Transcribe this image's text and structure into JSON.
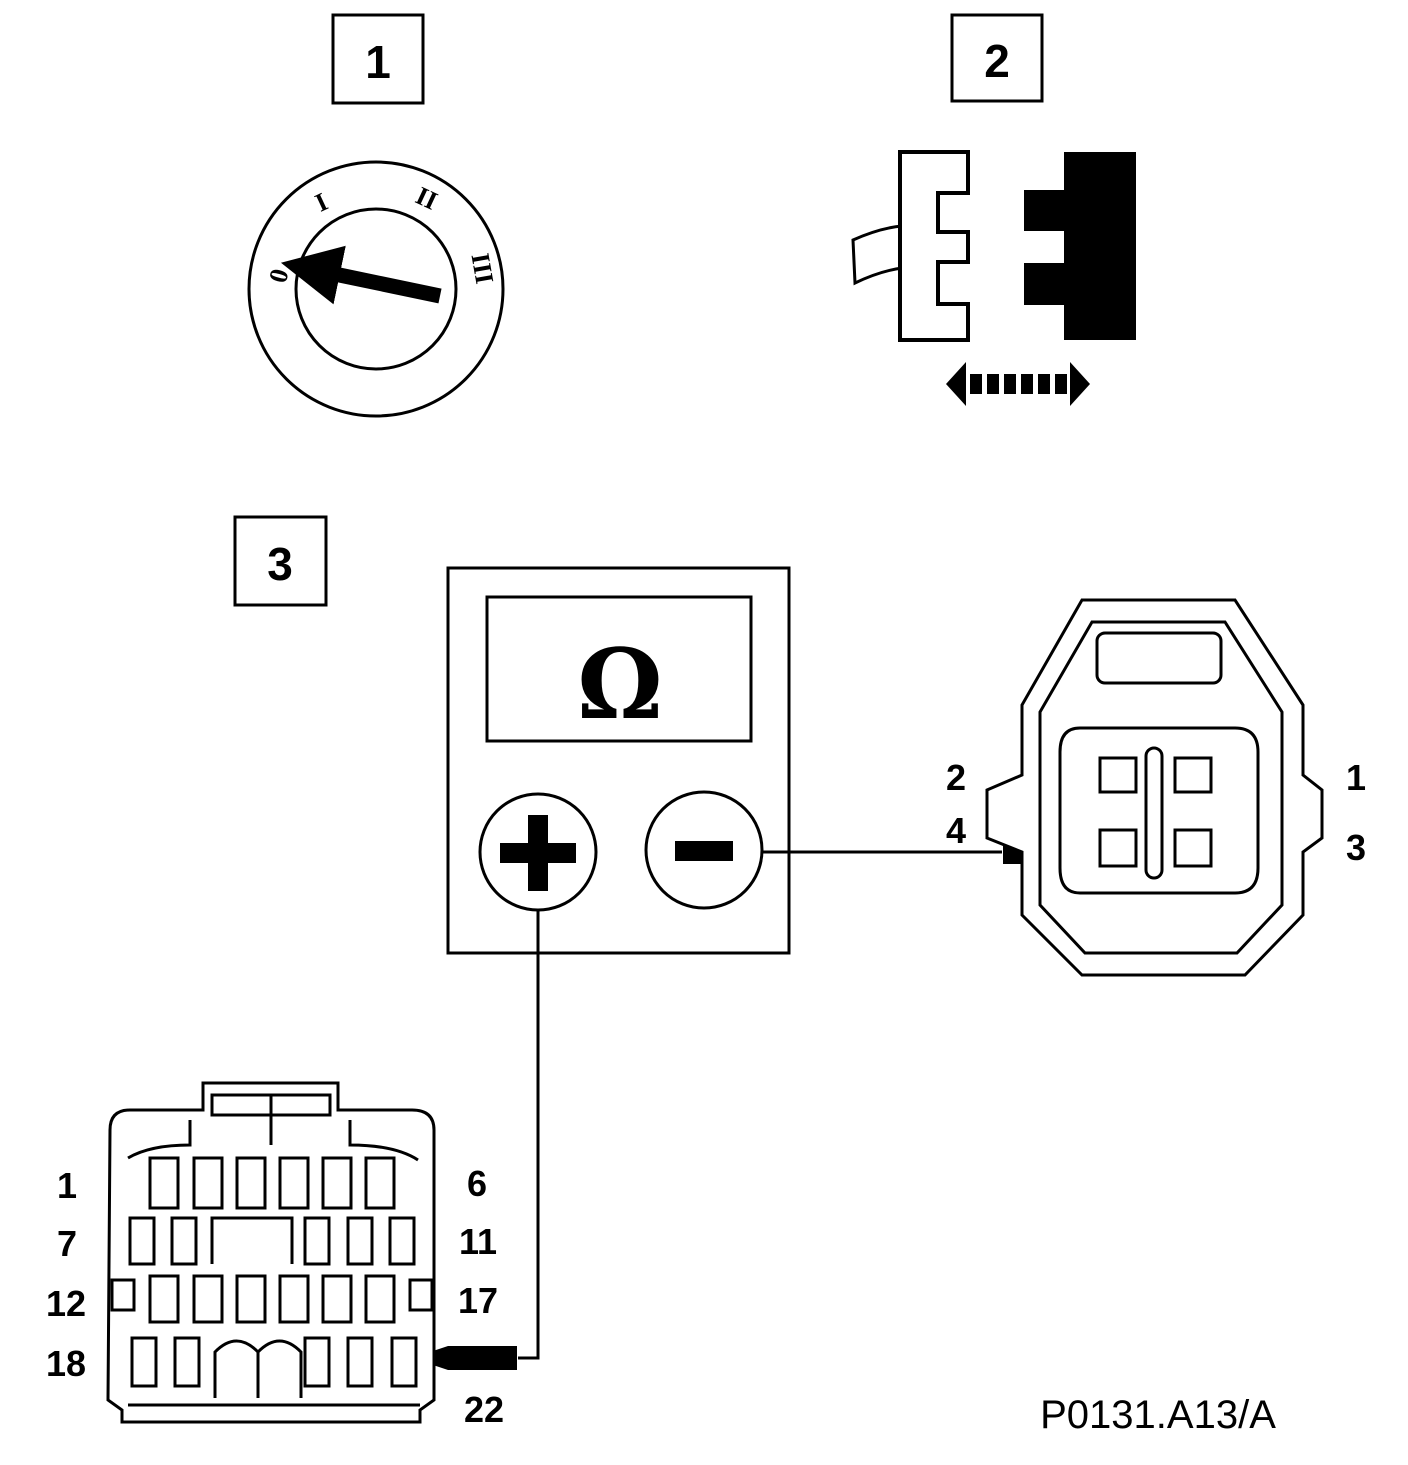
{
  "steps": {
    "s1": "1",
    "s2": "2",
    "s3": "3"
  },
  "ignition": {
    "pos0": "0",
    "pos1": "I",
    "pos2": "II",
    "pos3": "III"
  },
  "meter": {
    "symbol": "Ω",
    "plus": "+",
    "minus": "−"
  },
  "sensor_connector": {
    "pin_tl": "2",
    "pin_tr": "1",
    "pin_bl": "4",
    "pin_br": "3"
  },
  "ecu_connector": {
    "row1_left": "1",
    "row1_right": "6",
    "row2_left": "7",
    "row2_right": "11",
    "row3_left": "12",
    "row3_right": "17",
    "row4_left": "18",
    "row4_right": "22"
  },
  "reference": "P0131.A13/A"
}
